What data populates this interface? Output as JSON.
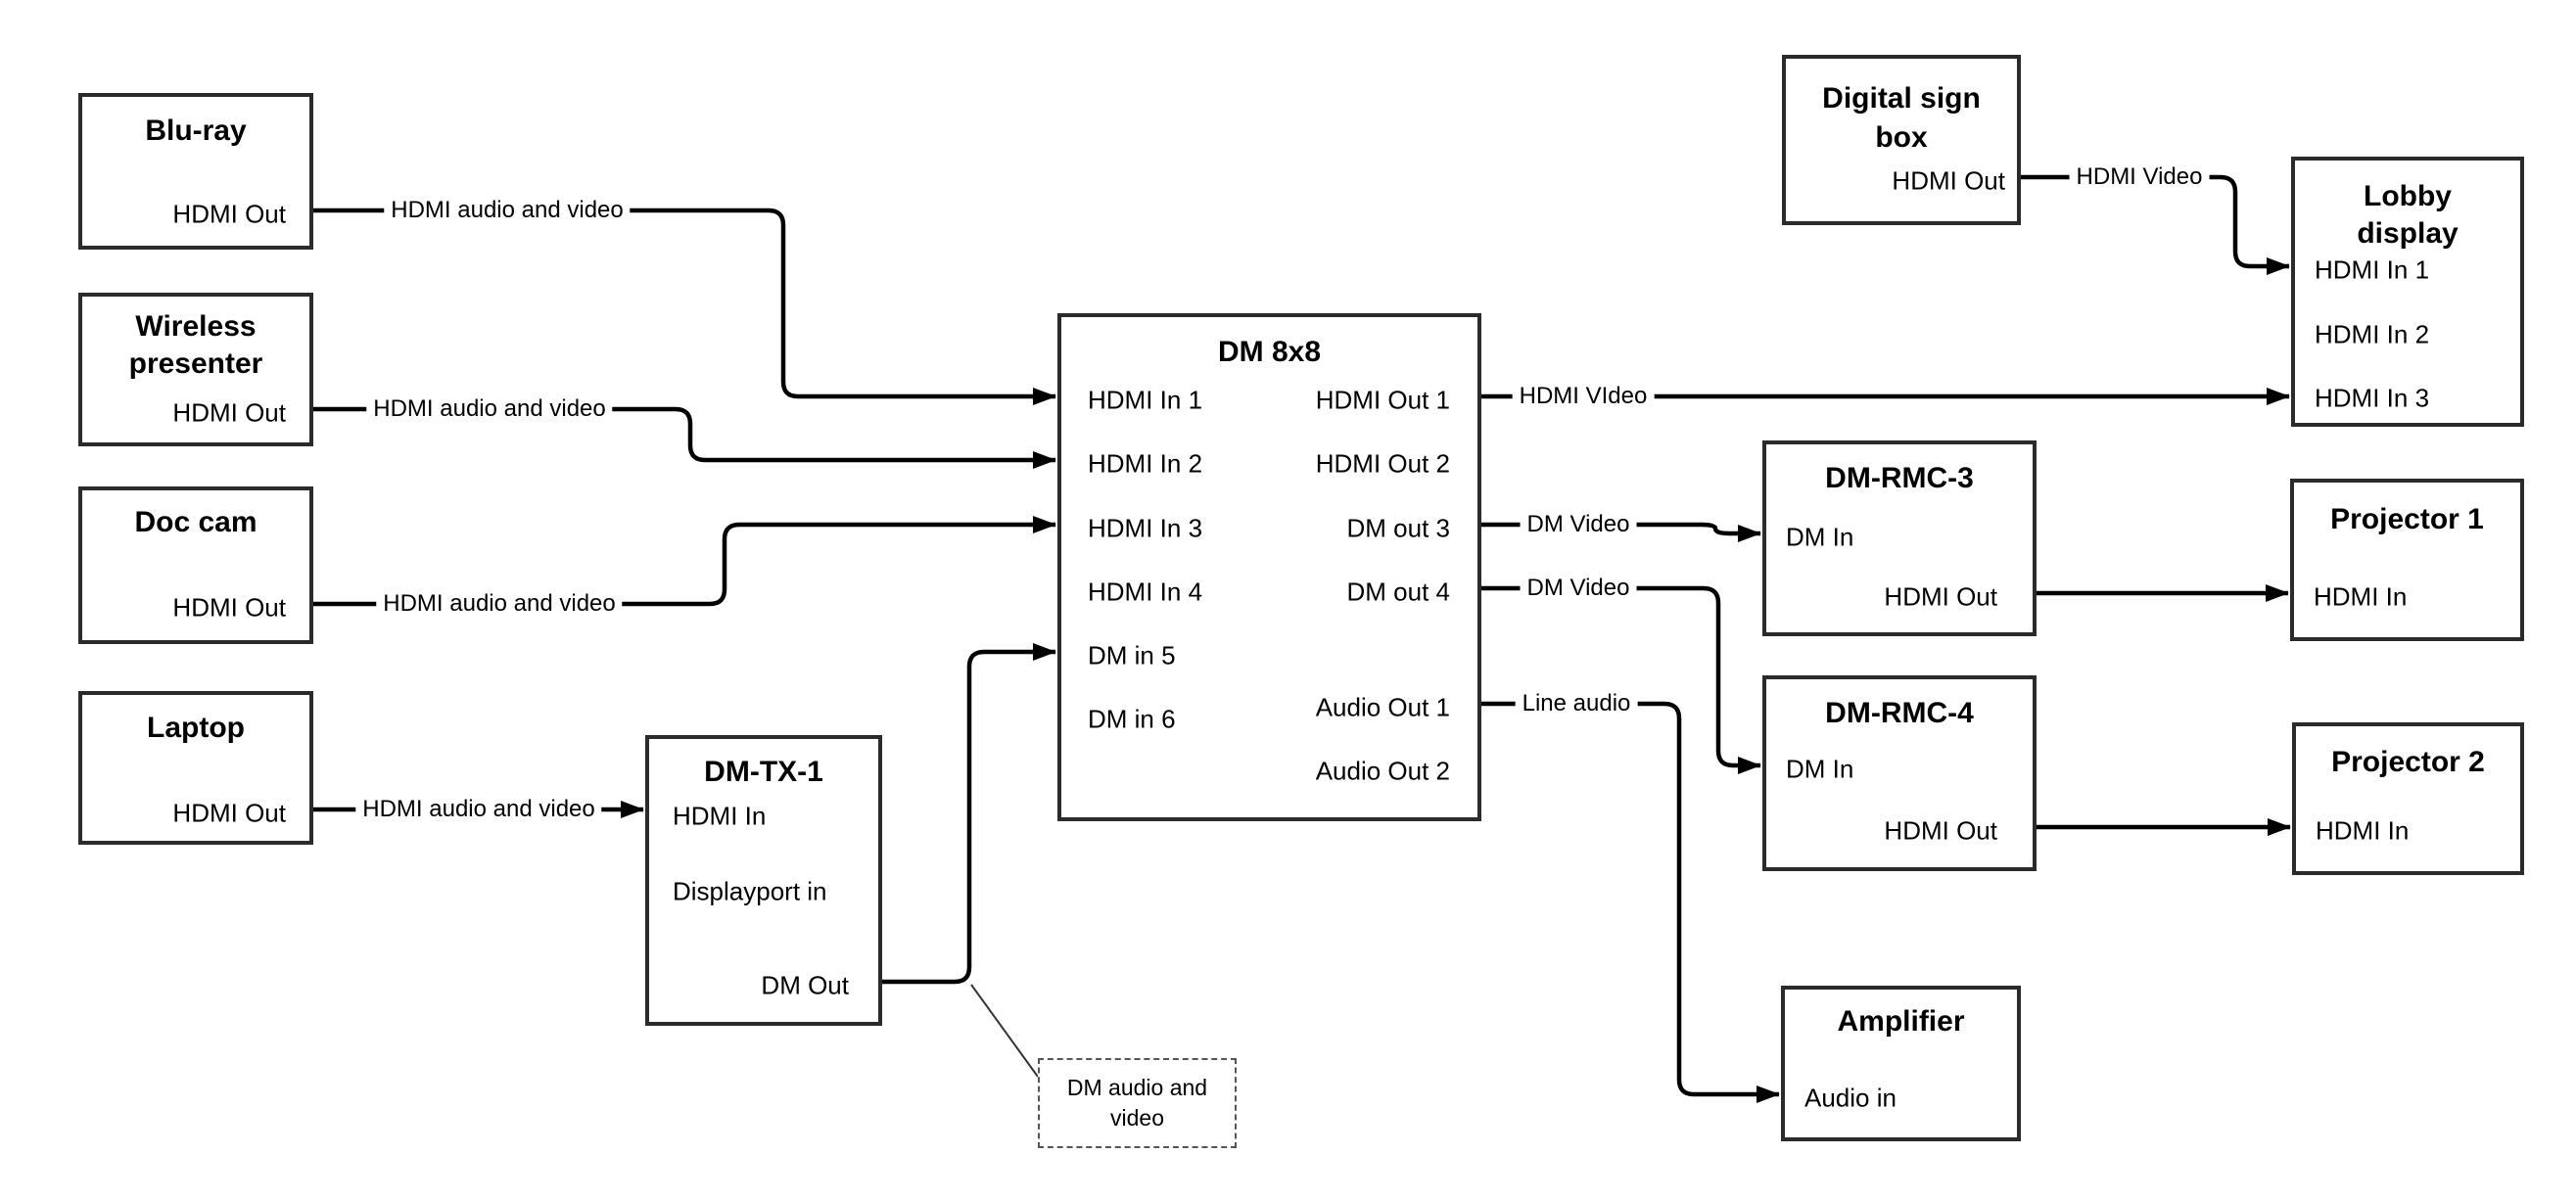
{
  "colors": {
    "wire": "#000000",
    "box_border": "#2b2b2b",
    "background": "#ffffff",
    "text": "#000000"
  },
  "boxes": {
    "bluray": {
      "title": "Blu-ray",
      "port_hdmi_out": "HDMI Out"
    },
    "wireless": {
      "title_line1": "Wireless",
      "title_line2": "presenter",
      "port_hdmi_out": "HDMI Out"
    },
    "doccam": {
      "title": "Doc cam",
      "port_hdmi_out": "HDMI Out"
    },
    "laptop": {
      "title": "Laptop",
      "port_hdmi_out": "HDMI Out"
    },
    "dmtx1": {
      "title": "DM-TX-1",
      "port_hdmi_in": "HDMI In",
      "port_displayport_in": "Displayport in",
      "port_dm_out": "DM Out"
    },
    "dm8x8": {
      "title": "DM 8x8",
      "inputs": [
        "HDMI In 1",
        "HDMI In 2",
        "HDMI In 3",
        "HDMI In 4",
        "DM in 5",
        "DM in 6"
      ],
      "outputs": [
        "HDMI Out 1",
        "HDMI Out 2",
        "DM out 3",
        "DM out 4",
        "Audio Out 1",
        "Audio Out 2"
      ]
    },
    "signbox": {
      "title_line1": "Digital sign",
      "title_line2": "box",
      "port_hdmi_out": "HDMI Out"
    },
    "lobby": {
      "title_line1": "Lobby",
      "title_line2": "display",
      "ports": [
        "HDMI In 1",
        "HDMI In 2",
        "HDMI In 3"
      ]
    },
    "rmc3": {
      "title": "DM-RMC-3",
      "port_dm_in": "DM In",
      "port_hdmi_out": "HDMI Out"
    },
    "proj1": {
      "title": "Projector 1",
      "port_hdmi_in": "HDMI In"
    },
    "rmc4": {
      "title": "DM-RMC-4",
      "port_dm_in": "DM In",
      "port_hdmi_out": "HDMI Out"
    },
    "proj2": {
      "title": "Projector 2",
      "port_hdmi_in": "HDMI In"
    },
    "amp": {
      "title": "Amplifier",
      "port_audio_in": "Audio in"
    }
  },
  "wire_labels": {
    "bluray_to_dm8x8": "HDMI audio and video",
    "wireless_to_dm8x8": "HDMI audio and video",
    "doccam_to_dm8x8": "HDMI audio and video",
    "laptop_to_dmtx1": "HDMI audio and video",
    "hdmi_out1_wire": "HDMI VIdeo",
    "dm_out3_wire": "DM Video",
    "dm_out4_wire": "DM Video",
    "audio_out1_wire": "Line audio",
    "signbox_to_lobby": "HDMI Video"
  },
  "callout": {
    "line1": "DM audio and",
    "line2": "video"
  }
}
